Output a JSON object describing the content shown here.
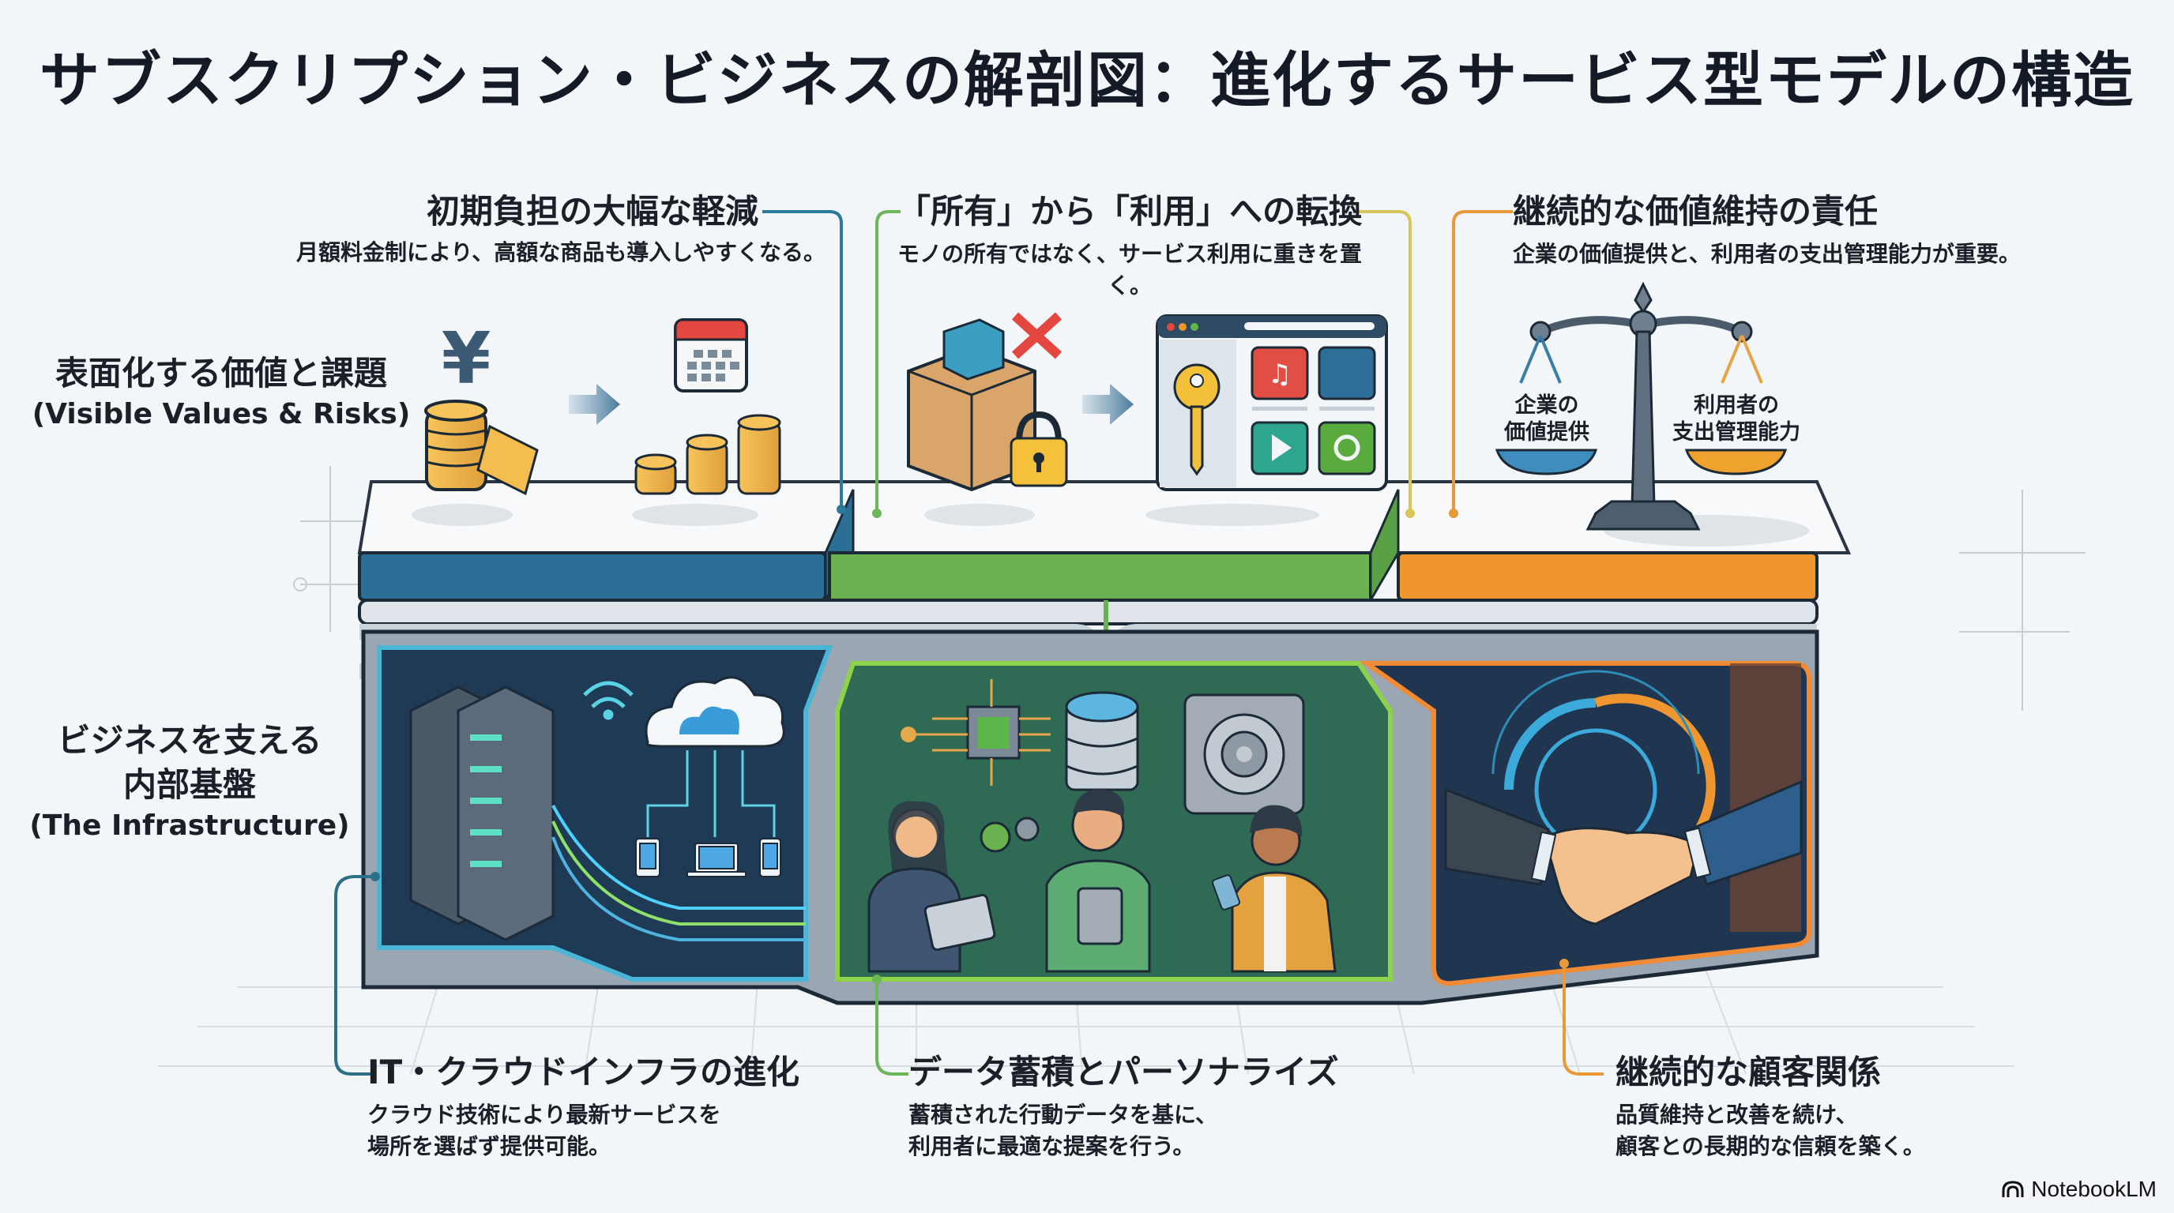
{
  "title": "サブスクリプション・ビジネスの解剖図：進化するサービス型モデルの構造",
  "layers": {
    "surface": {
      "label_jp": "表面化する価値と課題",
      "label_en": "(Visible Values & Risks)"
    },
    "infrastructure": {
      "label_jp_line1": "ビジネスを支える",
      "label_jp_line2": "内部基盤",
      "label_en": "(The Infrastructure)"
    }
  },
  "top_callouts": [
    {
      "heading": "初期負担の大幅な軽減",
      "text": "月額料金制により、高額な商品も導入しやすくなる。",
      "color": "#2c7a9a"
    },
    {
      "heading": "「所有」から「利用」への転換",
      "text": "モノの所有ではなく、サービス利用に重きを置く。",
      "color": "#6db65a"
    },
    {
      "heading": "継続的な価値維持の責任",
      "text": "企業の価値提供と、利用者の支出管理能力が重要。",
      "color": "#e79a3c"
    }
  ],
  "scale": {
    "left_pan_label_line1": "企業の",
    "left_pan_label_line2": "価値提供",
    "right_pan_label_line1": "利用者の",
    "right_pan_label_line2": "支出管理能力"
  },
  "icons": {
    "yen_symbol": "¥"
  },
  "bottom_callouts": [
    {
      "heading": "IT・クラウドインフラの進化",
      "text_line1": "クラウド技術により最新サービスを",
      "text_line2": "場所を選ばず提供可能。",
      "color": "#2c6f87"
    },
    {
      "heading": "データ蓄積とパーソナライズ",
      "text_line1": "蓄積された行動データを基に、",
      "text_line2": "利用者に最適な提案を行う。",
      "color": "#6db65a"
    },
    {
      "heading": "継続的な顧客関係",
      "text_line1": "品質維持と改善を続け、",
      "text_line2": "顧客との長期的な信頼を築く。",
      "color": "#e79a3c"
    }
  ],
  "colors": {
    "blue": "#2b6f96",
    "green": "#6ab24f",
    "orange": "#f0962e",
    "dark_panel": "#1e3a55",
    "green_panel": "#2f6a55"
  },
  "brand": {
    "name": "NotebookLM"
  }
}
